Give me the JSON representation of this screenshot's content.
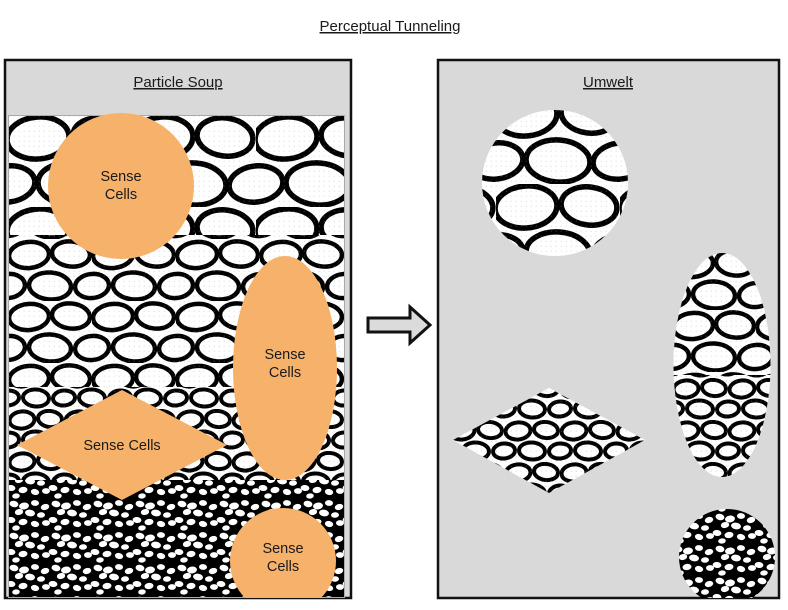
{
  "title": "Perceptual Tunneling",
  "left_panel": {
    "title": "Particle Soup",
    "sense_cells": [
      {
        "shape": "circle",
        "line1": "Sense",
        "line2": "Cells"
      },
      {
        "shape": "ellipse",
        "line1": "Sense",
        "line2": "Cells"
      },
      {
        "shape": "diamond",
        "label": "Sense Cells"
      },
      {
        "shape": "circle",
        "line1": "Sense",
        "line2": "Cells"
      }
    ]
  },
  "right_panel": {
    "title": "Umwelt",
    "cutouts": [
      {
        "shape": "circle",
        "texture": "large-cells"
      },
      {
        "shape": "ellipse",
        "texture": "medium-to-small-cells"
      },
      {
        "shape": "diamond",
        "texture": "small-cells"
      },
      {
        "shape": "circle",
        "texture": "dense-dark-cells"
      }
    ]
  },
  "arrow": {
    "direction": "right"
  },
  "colors": {
    "sense_cell": "#F6B26B",
    "panel_bg": "#D9D9D9",
    "arrow_fill": "#DBDBDB",
    "ink": "#000000"
  }
}
